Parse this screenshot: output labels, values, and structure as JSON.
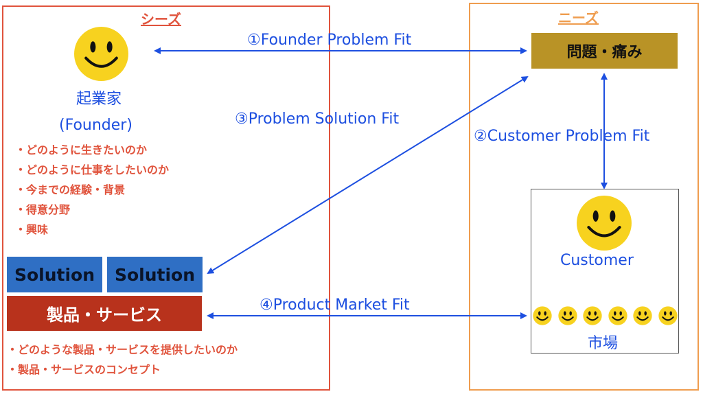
{
  "seeds": {
    "title": "シーズ",
    "founder_name": "起業家",
    "founder_en": "(Founder)",
    "founder_points": [
      "・どのように生きたいのか",
      "・どのように仕事をしたいのか",
      "・今までの経験・背景",
      "・得意分野",
      "・興味"
    ],
    "solutions": [
      "Solution",
      "Solution"
    ],
    "product": "製品・サービス",
    "product_points": [
      "・どのような製品・サービスを提供したいのか",
      "・製品・サービスのコンセプト"
    ]
  },
  "needs": {
    "title": "ニーズ",
    "problem": "問題・痛み",
    "customer": "Customer",
    "market": "市場",
    "market_faces": 6
  },
  "fits": {
    "fit1": "①Founder Problem Fit",
    "fit2": "②Customer Problem Fit",
    "fit3": "③Problem Solution Fit",
    "fit4": "④Product Market Fit"
  },
  "colors": {
    "seeds": "#e0533c",
    "needs": "#ef9d4f",
    "arrow": "#1d4fe0",
    "solution": "#2f6fc4",
    "product": "#b8321c",
    "problem": "#b99326",
    "smiley": "#f7d21f"
  },
  "icons": [
    "smiley-face-icon"
  ]
}
